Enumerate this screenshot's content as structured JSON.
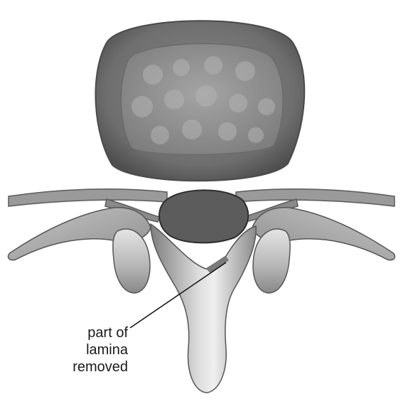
{
  "annotation": {
    "lines": [
      "part of",
      "lamina",
      "removed"
    ]
  },
  "colors": {
    "disc_outer": "#6f6f6f",
    "disc_inner": "#8f8f8f",
    "bone_light": "#d9d9d9",
    "bone_mid": "#a9a9a9",
    "bone_dark": "#6a6a6a",
    "spinal_canal": "#5c5c5c",
    "leader_line": "#111111"
  }
}
